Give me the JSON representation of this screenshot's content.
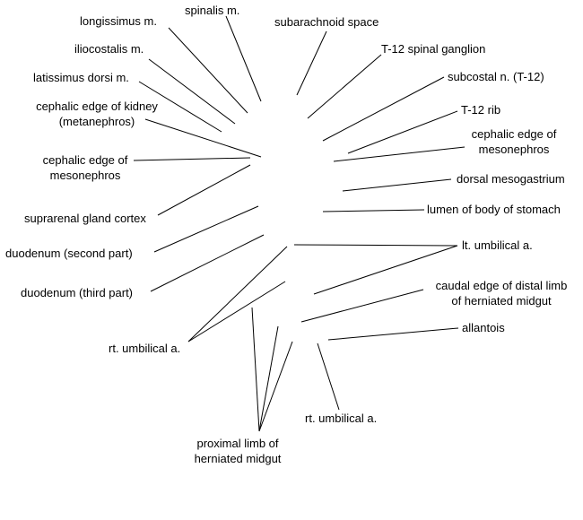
{
  "labels": {
    "spinalis": "spinalis m.",
    "longissimus": "longissimus m.",
    "subarachnoid": "subarachnoid space",
    "iliocostalis": "iliocostalis m.",
    "t12_ganglion": "T-12 spinal ganglion",
    "latissimus": "latissimus dorsi m.",
    "subcostal": "subcostal n. (T-12)",
    "kidney_edge": "cephalic edge of kidney\n(metanephros)",
    "t12_rib": "T-12 rib",
    "meso_right": "cephalic edge of\nmesonephros",
    "meso_left": "cephalic edge of\nmesonephros",
    "dorsal_mesogastrium": "dorsal mesogastrium",
    "lumen_stomach": "lumen of body of stomach",
    "suprarenal": "suprarenal gland cortex",
    "lt_umbilical": "lt. umbilical a.",
    "duodenum_2": "duodenum (second part)",
    "caudal_edge": "caudal edge of distal limb\nof herniated midgut",
    "duodenum_3": "duodenum (third part)",
    "allantois": "allantois",
    "rt_umbilical_left": "rt. umbilical a.",
    "rt_umbilical_bottom": "rt. umbilical a.",
    "proximal_limb": "proximal limb of\nherniated midgut"
  }
}
